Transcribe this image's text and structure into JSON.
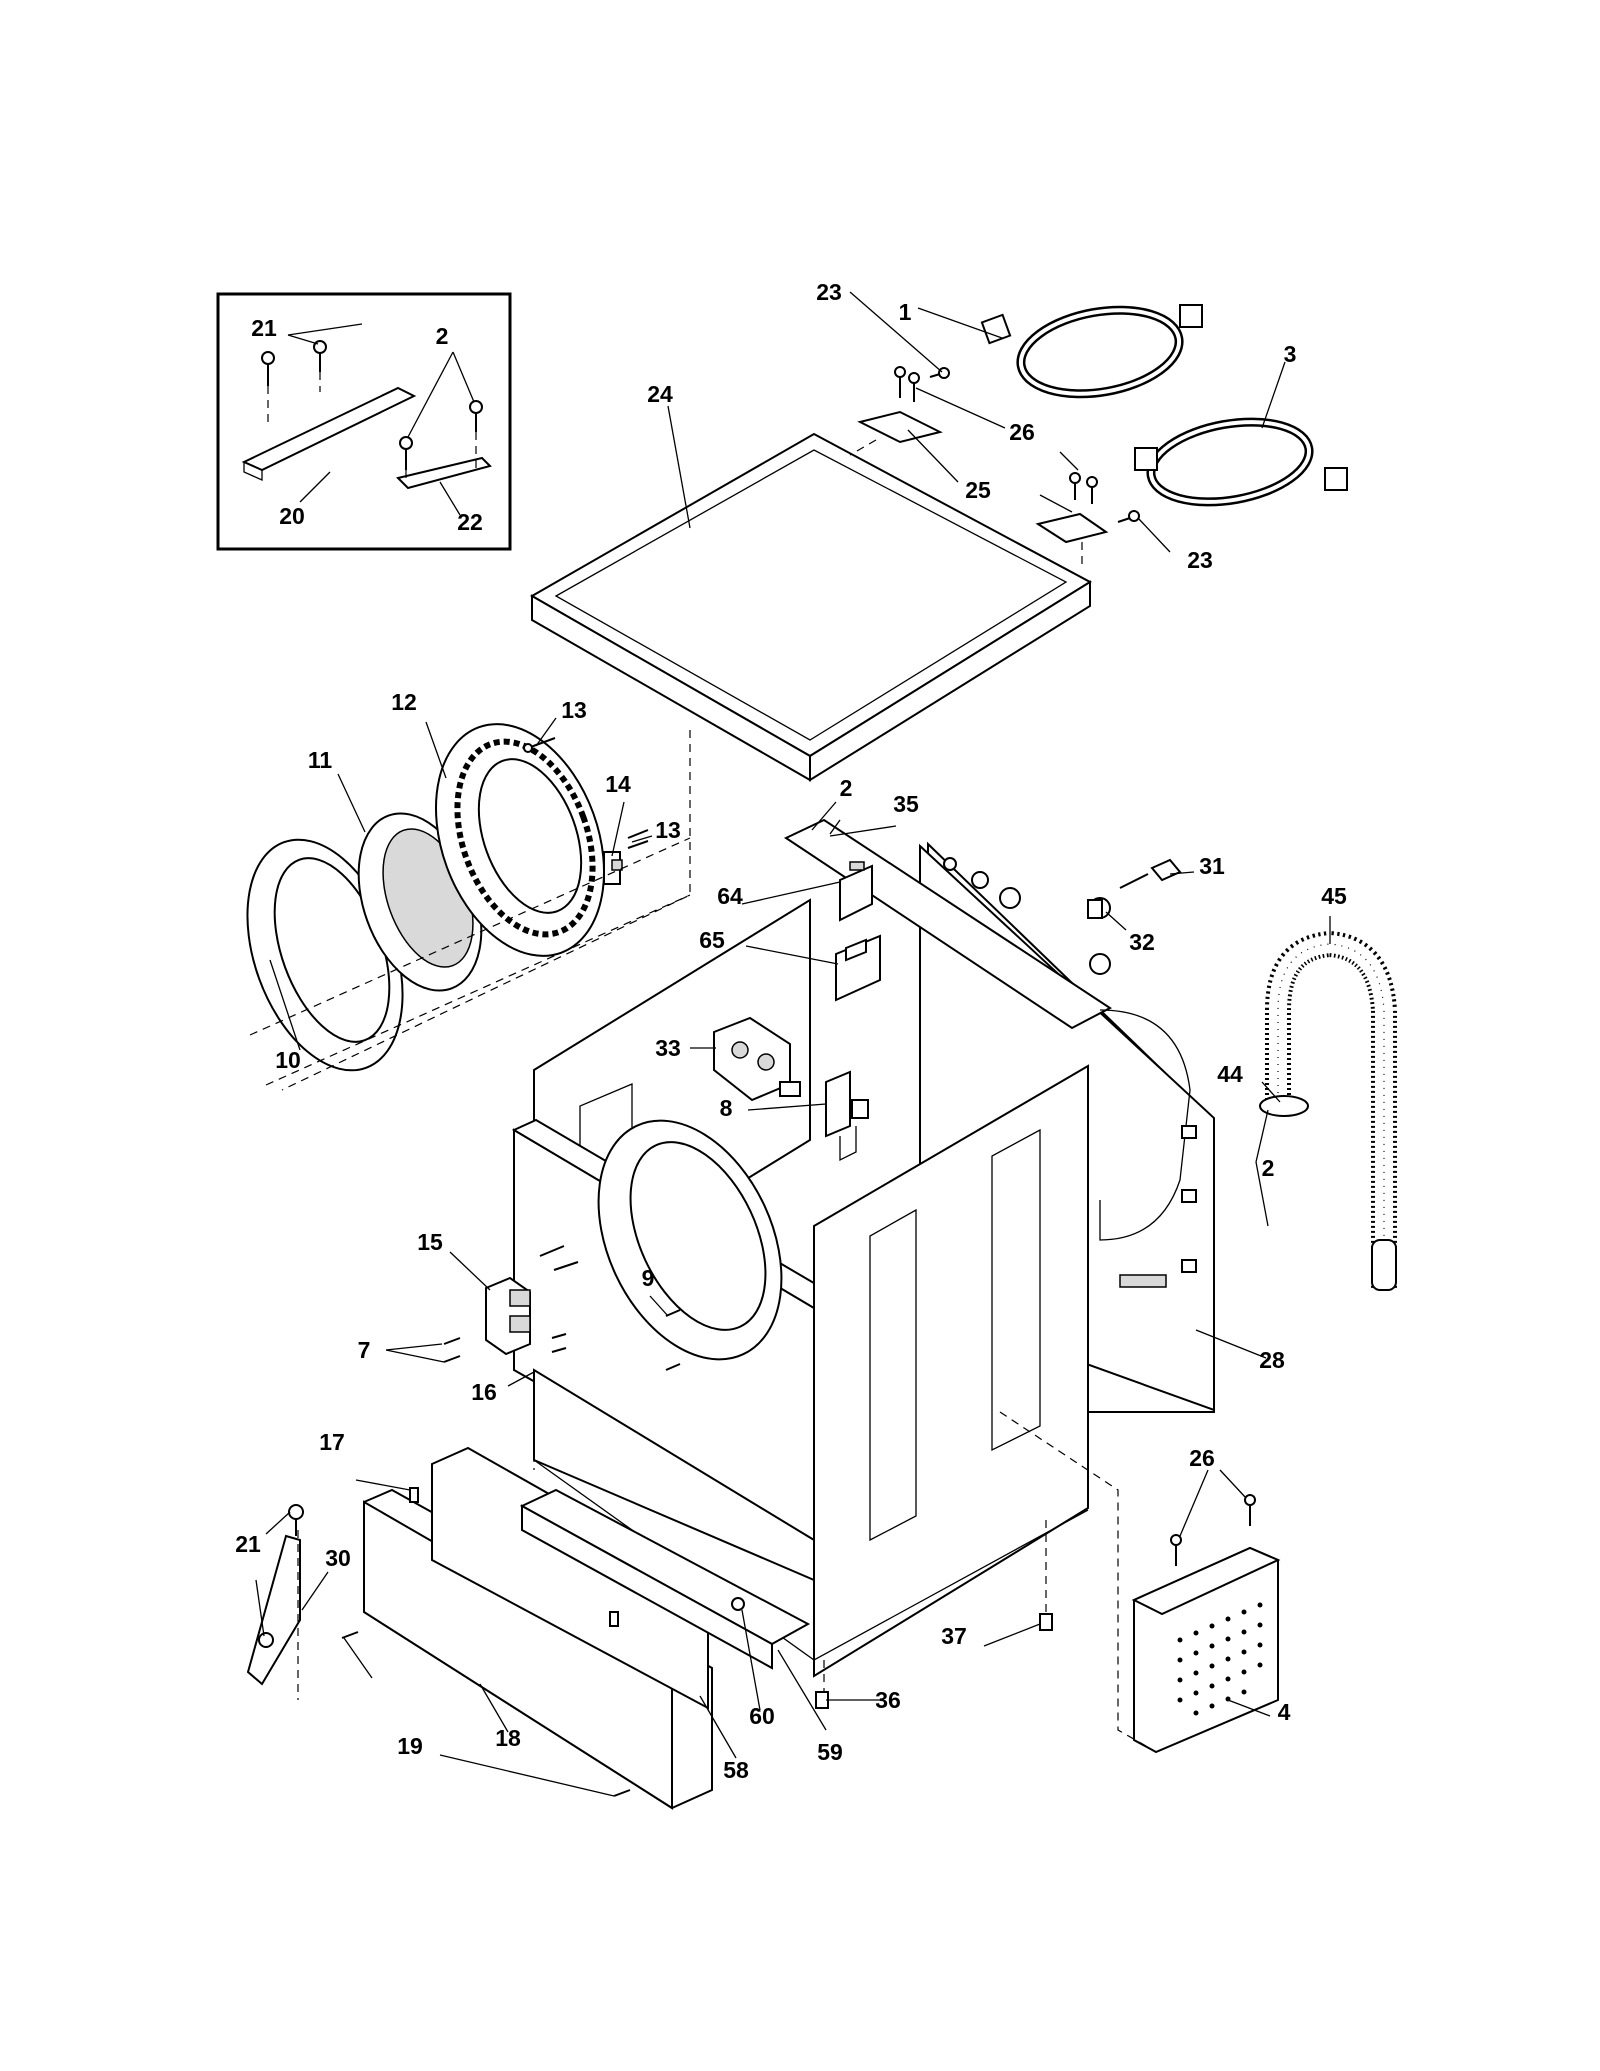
{
  "labels": {
    "p1": "1",
    "p2a": "2",
    "p2b": "2",
    "p2c": "2",
    "p3": "3",
    "p4": "4",
    "p7": "7",
    "p8": "8",
    "p9": "9",
    "p10": "10",
    "p11": "11",
    "p12": "12",
    "p13a": "13",
    "p13b": "13",
    "p14": "14",
    "p15": "15",
    "p16": "16",
    "p17": "17",
    "p18": "18",
    "p19": "19",
    "p20": "20",
    "p21a": "21",
    "p21b": "21",
    "p22": "22",
    "p23a": "23",
    "p23b": "23",
    "p24": "24",
    "p25": "25",
    "p26a": "26",
    "p26b": "26",
    "p28": "28",
    "p30": "30",
    "p31": "31",
    "p32": "32",
    "p33": "33",
    "p35": "35",
    "p36": "36",
    "p37": "37",
    "p44": "44",
    "p45": "45",
    "p58": "58",
    "p59": "59",
    "p60": "60",
    "p64": "64",
    "p65": "65"
  }
}
